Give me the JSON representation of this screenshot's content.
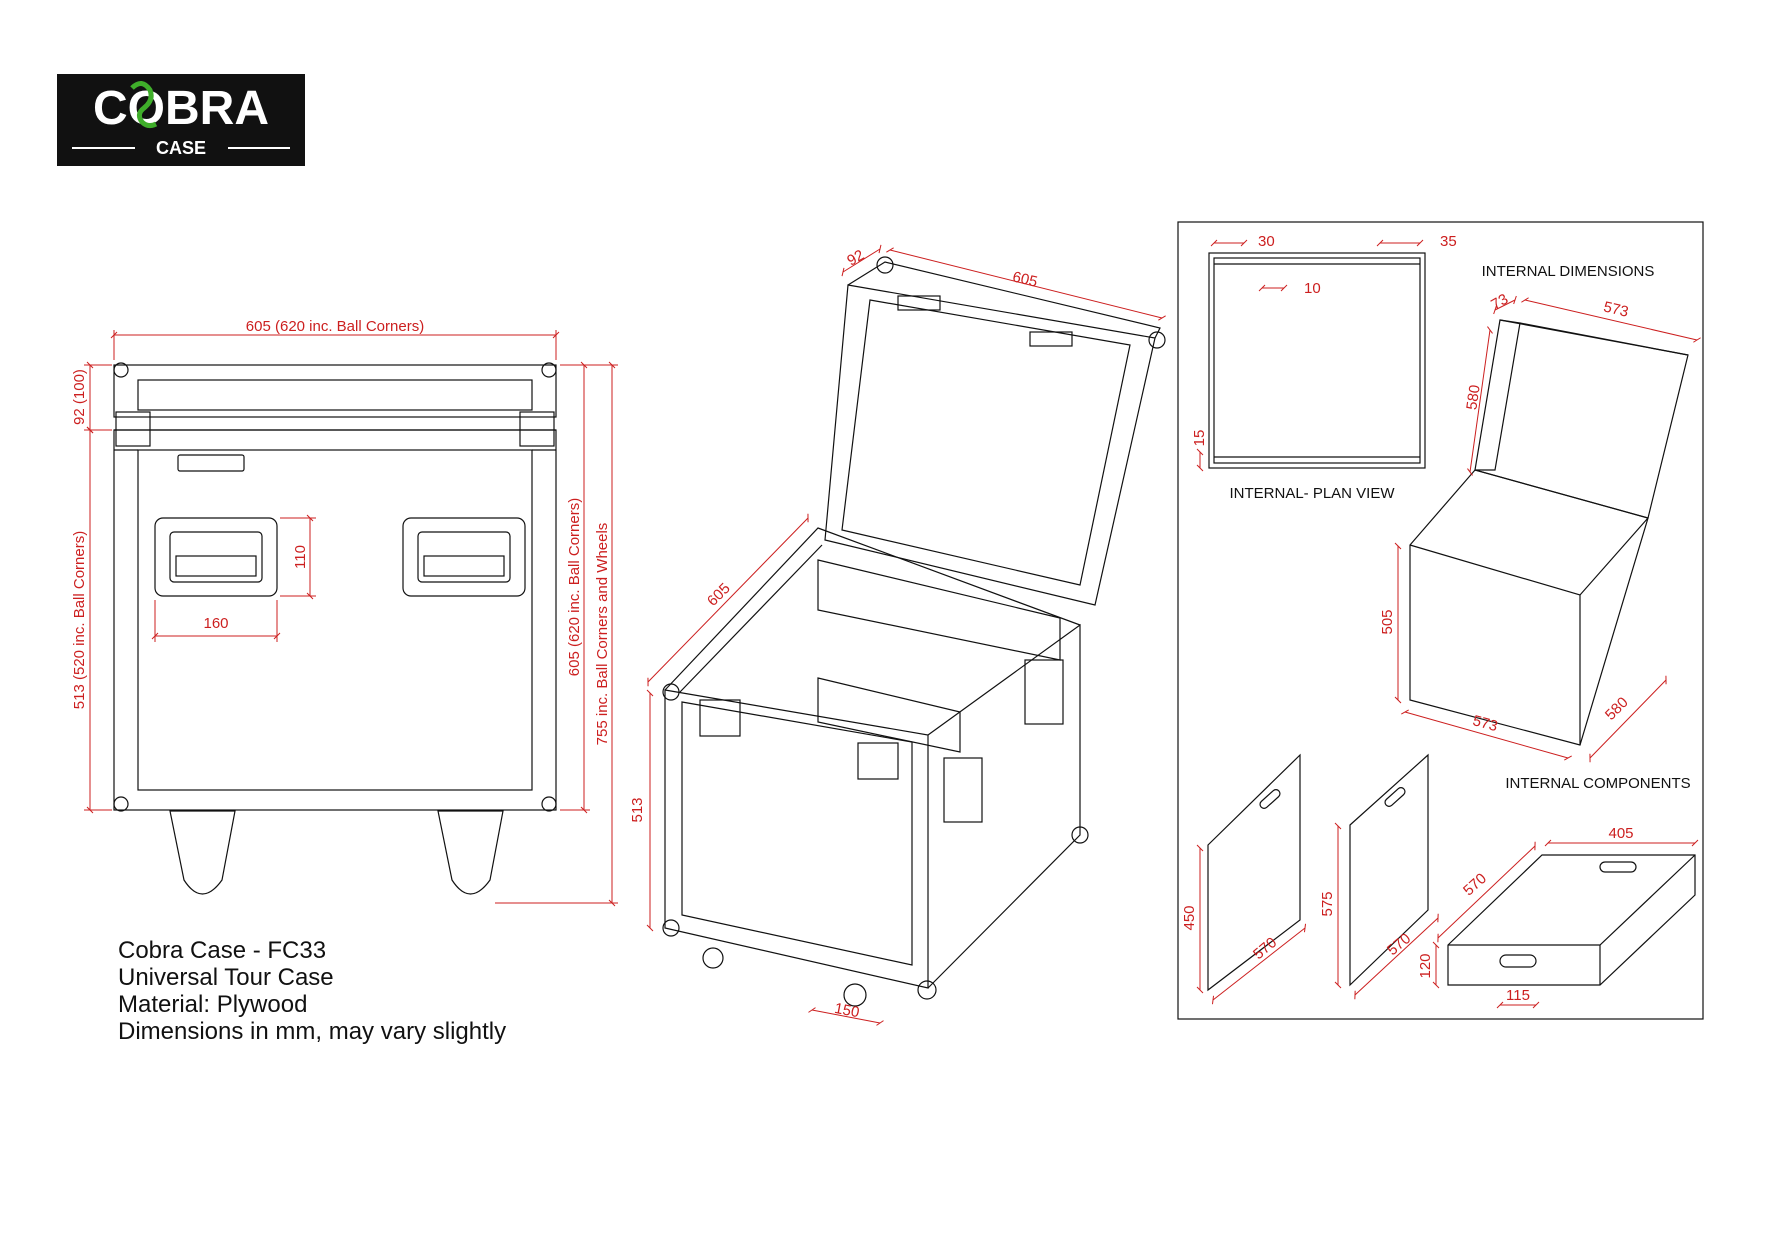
{
  "logo": {
    "brand": "COBRA",
    "sub": "CASE"
  },
  "front_view": {
    "width_label": "605 (620 inc. Ball Corners)",
    "lid_height_label": "92 (100)",
    "base_height_label": "513 (520 inc. Ball Corners)",
    "total_height_label": "605 (620 inc. Ball Corners)",
    "wheels_height_label": "755 inc. Ball Corners and Wheels",
    "handle_height_label": "110",
    "handle_width_label": "160"
  },
  "iso_view": {
    "lid_depth_label": "92",
    "lid_width_label": "605",
    "depth_label": "605",
    "height_label": "513",
    "castor_label": "150"
  },
  "internal": {
    "plan": {
      "label": "INTERNAL- PLAN VIEW",
      "dim_30": "30",
      "dim_35": "35",
      "dim_10": "10",
      "dim_15": "15"
    },
    "dims": {
      "label": "INTERNAL DIMENSIONS",
      "lid_depth": "73",
      "lid_width": "573",
      "lid_height": "580",
      "height": "505",
      "width": "573",
      "depth": "580"
    },
    "components": {
      "label": "INTERNAL COMPONENTS",
      "panel1_height": "450",
      "panel1_width": "570",
      "panel2_height": "575",
      "panel2_width": "570",
      "tray_width": "405",
      "tray_depth": "570",
      "tray_height": "120",
      "tray_handle": "115"
    }
  },
  "caption": [
    "Cobra Case - FC33",
    "Universal Tour Case",
    "Material: Plywood",
    "Dimensions in mm, may vary slightly"
  ],
  "colors": {
    "dimension": "#cc1f1f",
    "line": "#111111",
    "logo_bg": "#111111",
    "logo_accent": "#3fae2a"
  }
}
